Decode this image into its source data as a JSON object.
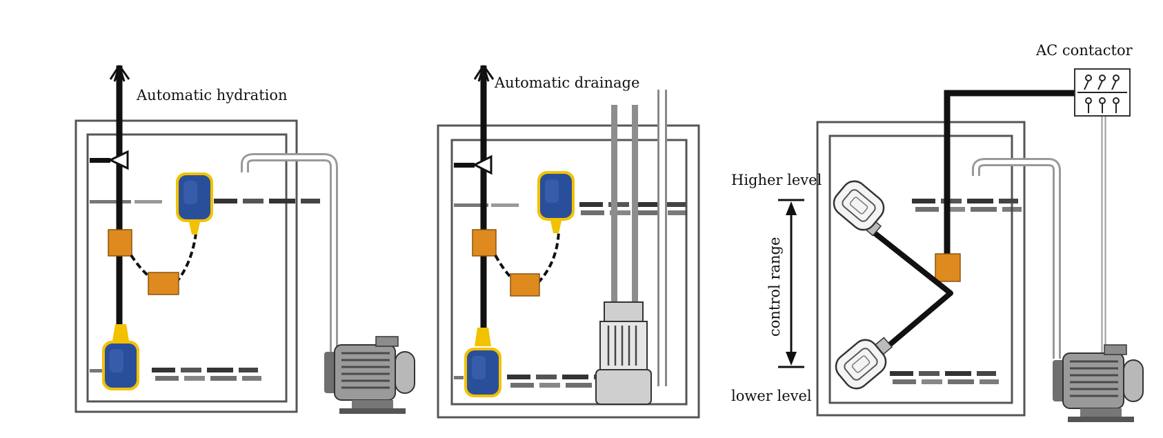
{
  "labels": {
    "hydration": "Automatic hydration",
    "drainage": "Automatic drainage",
    "higher_level": "Higher level",
    "lower_level": "lower level",
    "control_range": "control range",
    "ac_contactor": "AC contactor"
  },
  "colors": {
    "float_blue": "#2a4f9a",
    "float_yellow": "#f2c200",
    "weight_orange": "#de8a1e",
    "cable": "#111111",
    "tank_outline": "#555555",
    "pump_gray": "#7d7d7d"
  },
  "icons": {
    "float_switch": "float-switch-icon",
    "motor_pump": "motor-pump-icon",
    "submersible_pump": "submersible-pump-icon",
    "contactor": "ac-contactor-icon"
  }
}
